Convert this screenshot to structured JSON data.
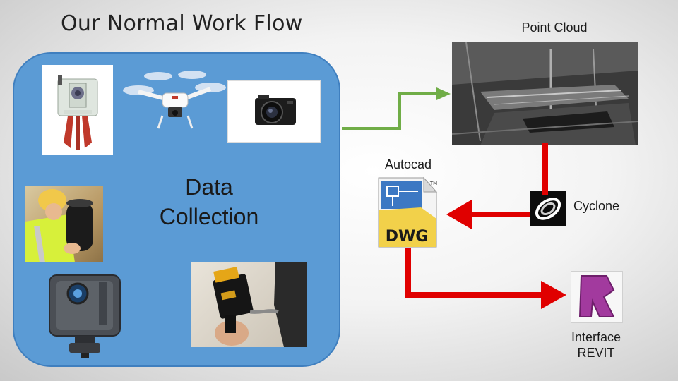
{
  "slide": {
    "title": "Our Normal Work Flow"
  },
  "data_collection": {
    "label_line1": "Data",
    "label_line2": "Collection",
    "devices": [
      {
        "icon": "laser-scanner-icon"
      },
      {
        "icon": "drone-icon"
      },
      {
        "icon": "camera-icon"
      },
      {
        "icon": "handheld-scanner-worker-icon"
      },
      {
        "icon": "faro-scanner-icon"
      },
      {
        "icon": "handheld-3d-scanner-icon"
      }
    ]
  },
  "nodes": {
    "point_cloud": {
      "label": "Point Cloud",
      "icon": "point-cloud-scan-icon"
    },
    "autocad": {
      "label": "Autocad",
      "icon": "dwg-file-icon",
      "icon_text": "DWG",
      "tm": "TM"
    },
    "cyclone": {
      "label": "Cyclone",
      "icon": "cyclone-logo-icon"
    },
    "revit": {
      "label_line1": "Interface",
      "label_line2": "REVIT",
      "icon": "revit-logo-icon",
      "icon_letter": "R"
    }
  },
  "colors": {
    "panel_blue": "#5b9bd5",
    "arrow_green": "#70ad47",
    "arrow_red": "#e00000"
  }
}
